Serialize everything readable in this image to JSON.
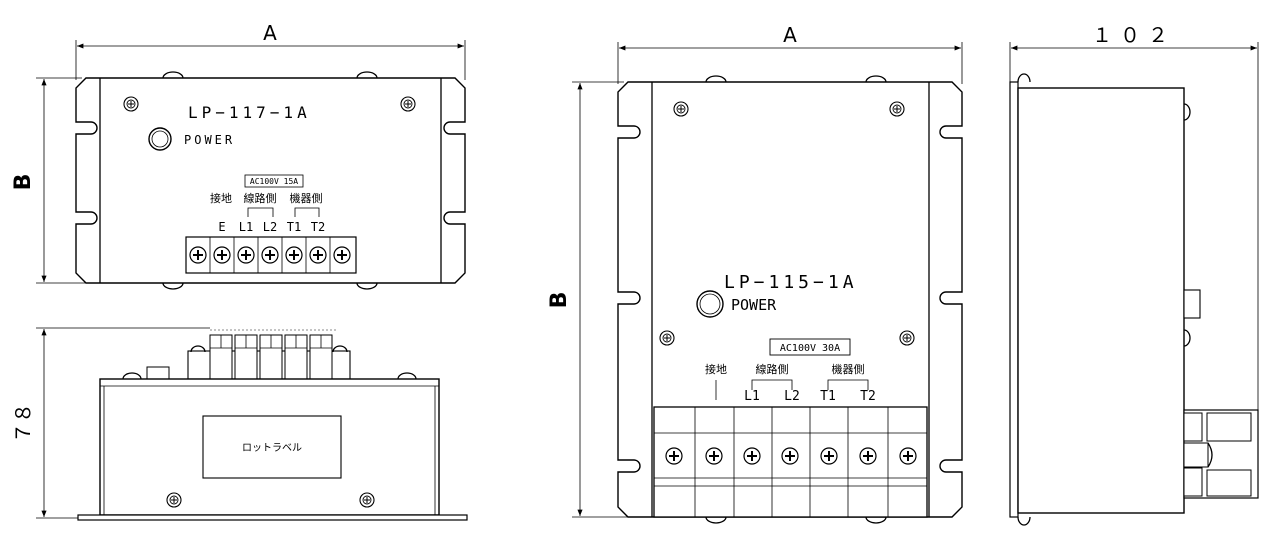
{
  "dims": {
    "a_top": "A",
    "b_left": "B",
    "h_78": "７８",
    "a_right": "A",
    "b_right": "B",
    "d_102": "１０２"
  },
  "lp117": {
    "model": "LP−117−1A",
    "power": "POWER",
    "rating": "AC100V 15A",
    "label_ground": "接地",
    "label_line": "線路側",
    "label_equip": "機器側",
    "terminals": [
      "E",
      "L1",
      "L2",
      "T1",
      "T2"
    ]
  },
  "front117": {
    "lot_label": "ロットラベル"
  },
  "lp115": {
    "model": "LP−115−1A",
    "power": "POWER",
    "rating": "AC100V 30A",
    "label_ground": "接地",
    "label_line": "線路側",
    "label_equip": "機器側",
    "terminals": [
      "L1",
      "L2",
      "T1",
      "T2"
    ]
  }
}
